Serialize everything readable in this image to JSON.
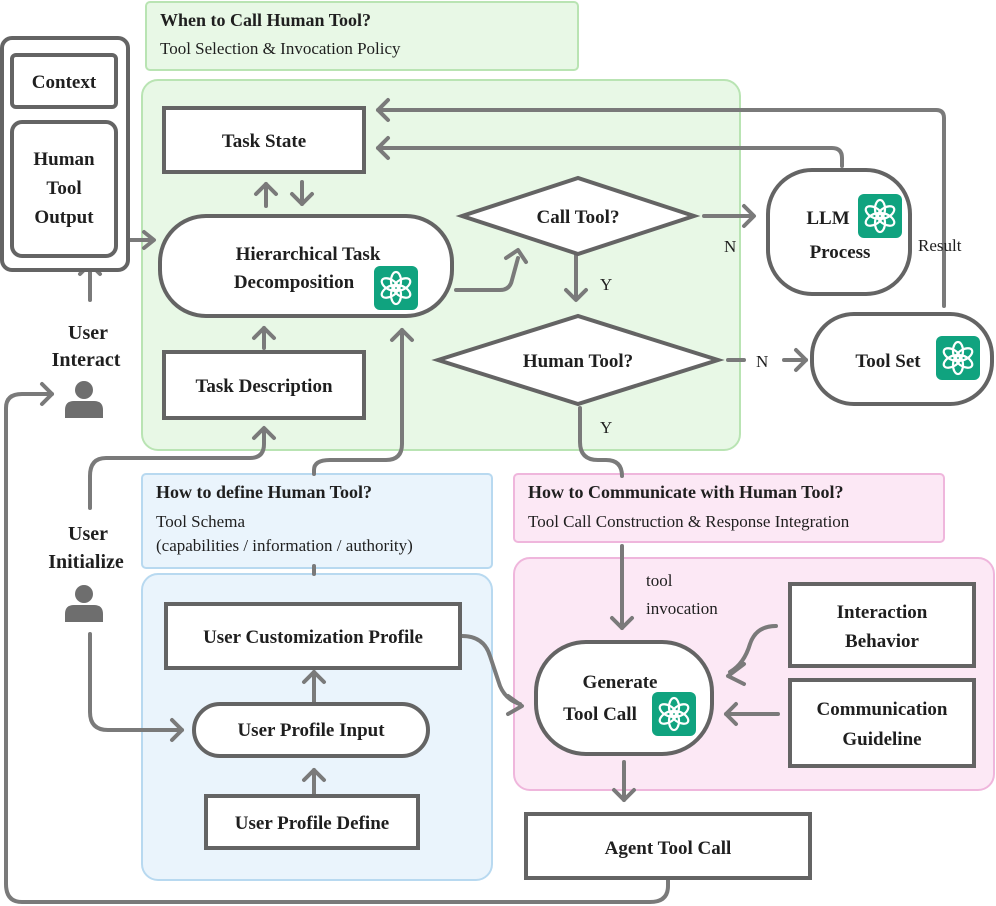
{
  "colors": {
    "green_region": "#e8f8e6",
    "green_border": "#b9e4b3",
    "blue_region": "#eaf4fc",
    "blue_border": "#b8d9f0",
    "pink_region": "#fce8f5",
    "pink_border": "#efb6dc",
    "node_stroke": "#646464",
    "arrow": "#7a7a7a",
    "ai_badge": "#10a37f"
  },
  "sections": {
    "when": {
      "title": "When to Call Human Tool?",
      "subtitle": "Tool Selection & Invocation Policy"
    },
    "define": {
      "title": "How to define Human Tool?",
      "line1": "Tool Schema",
      "line2": "(capabilities / information / authority)"
    },
    "communicate": {
      "title": "How to Communicate with Human Tool?",
      "subtitle": "Tool Call Construction & Response Integration"
    }
  },
  "nodes": {
    "context": "Context",
    "human_tool_output": [
      "Human",
      "Tool",
      "Output"
    ],
    "task_state": "Task State",
    "hierarchical": [
      "Hierarchical Task",
      "Decomposition"
    ],
    "task_description": "Task Description",
    "call_tool": "Call Tool?",
    "human_tool_q": "Human Tool?",
    "llm_process": [
      "LLM",
      "Process"
    ],
    "tool_set": "Tool Set",
    "user_customization": "User Customization Profile",
    "user_profile_input": "User Profile Input",
    "user_profile_define": "User Profile Define",
    "generate_tool_call": [
      "Generate",
      "Tool Call"
    ],
    "interaction_behavior": [
      "Interaction",
      "Behavior"
    ],
    "communication_guideline": [
      "Communication",
      "Guideline"
    ],
    "agent_tool_call": "Agent Tool Call"
  },
  "actors": {
    "user_interact": [
      "User",
      "Interact"
    ],
    "user_initialize": [
      "User",
      "Initialize"
    ]
  },
  "edge_labels": {
    "n1": "N",
    "y1": "Y",
    "n2": "N",
    "y2": "Y",
    "result": "Result",
    "tool_invocation": [
      "tool",
      "invocation"
    ]
  },
  "icons": {
    "ai_badge": "openai-knot-icon",
    "user": "person-icon"
  }
}
